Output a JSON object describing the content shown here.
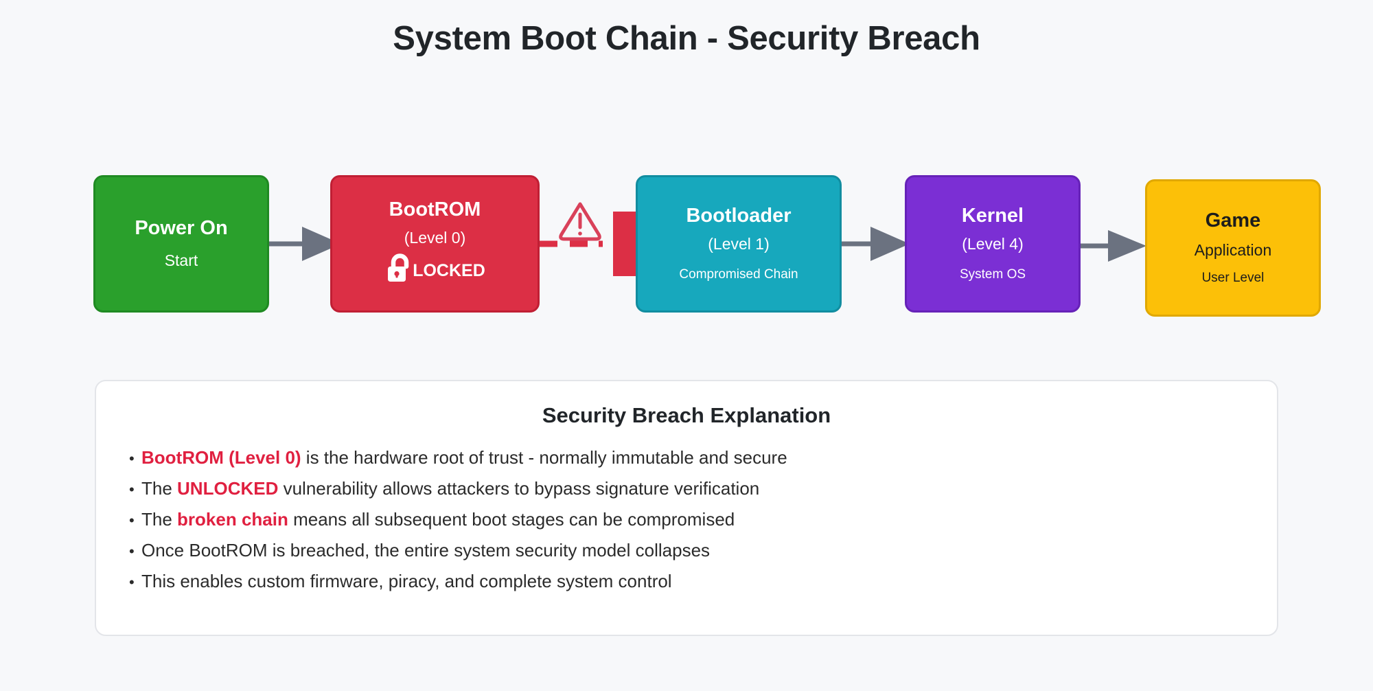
{
  "page": {
    "title": "System Boot Chain - Security Breach",
    "background_color": "#f7f8fa"
  },
  "chain": {
    "nodes": [
      {
        "id": "power-on",
        "title": "Power On",
        "sub": "Start",
        "sub2": "",
        "color": "#2aa02c",
        "border_color": "#1f8a22",
        "text_color": "#ffffff"
      },
      {
        "id": "bootrom",
        "title": "BootROM",
        "sub": "(Level 0)",
        "sub2": "",
        "badge": "LOCKED",
        "badge_icon": "unlocked-padlock-icon",
        "color": "#dc2f45",
        "border_color": "#c01f34",
        "text_color": "#ffffff"
      },
      {
        "id": "bootloader",
        "title": "Bootloader",
        "sub": "(Level 1)",
        "sub2": "Compromised Chain",
        "color": "#17a8bd",
        "border_color": "#118da0",
        "text_color": "#ffffff"
      },
      {
        "id": "kernel",
        "title": "Kernel",
        "sub": "(Level 4)",
        "sub2": "System OS",
        "color": "#7b2fd4",
        "border_color": "#6622b8",
        "text_color": "#ffffff"
      },
      {
        "id": "game",
        "title": "Game",
        "sub": "Application",
        "sub2": "User Level",
        "color": "#fcc008",
        "border_color": "#e0a800",
        "text_color": "#1c1c1c"
      }
    ],
    "connectors": [
      {
        "from": "power-on",
        "to": "bootrom",
        "style": "solid",
        "color": "#6b7280"
      },
      {
        "from": "bootrom",
        "to": "bootloader",
        "style": "broken",
        "color": "#dc2f45",
        "warning_icon": "warning-triangle-icon"
      },
      {
        "from": "bootloader",
        "to": "kernel",
        "style": "solid",
        "color": "#6b7280"
      },
      {
        "from": "kernel",
        "to": "game",
        "style": "solid",
        "color": "#6b7280"
      }
    ]
  },
  "explanation": {
    "title": "Security Breach Explanation",
    "bullet_char": "•",
    "highlight_color": "#e02040",
    "items": [
      {
        "parts": [
          {
            "text": "BootROM (Level 0)",
            "highlight": true
          },
          {
            "text": " is the hardware root of trust - normally immutable and secure",
            "highlight": false
          }
        ]
      },
      {
        "parts": [
          {
            "text": "The ",
            "highlight": false
          },
          {
            "text": "UNLOCKED",
            "highlight": true
          },
          {
            "text": " vulnerability allows attackers to bypass signature verification",
            "highlight": false
          }
        ]
      },
      {
        "parts": [
          {
            "text": "The ",
            "highlight": false
          },
          {
            "text": "broken chain",
            "highlight": true
          },
          {
            "text": " means all subsequent boot stages can be compromised",
            "highlight": false
          }
        ]
      },
      {
        "parts": [
          {
            "text": "Once BootROM is breached, the entire system security model collapses",
            "highlight": false
          }
        ]
      },
      {
        "parts": [
          {
            "text": "This enables custom firmware, piracy, and complete system control",
            "highlight": false
          }
        ]
      }
    ]
  }
}
